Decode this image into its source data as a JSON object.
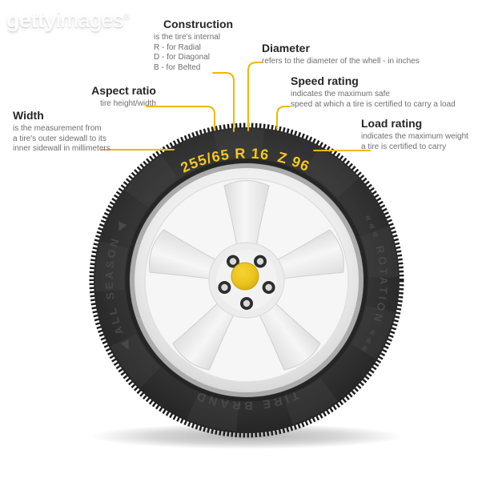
{
  "watermark": {
    "getty": "getty",
    "images": "images",
    "registered": "®"
  },
  "callouts": {
    "width": {
      "title": "Width",
      "line1": "is the measurement from",
      "line2": "a tire's outer sidewall to its",
      "line3": "inner sidewall in millimeters"
    },
    "aspect_ratio": {
      "title": "Aspect ratio",
      "line1": "tire height/width"
    },
    "construction": {
      "title": "Construction",
      "line1": "is the tire's internal",
      "line2": "R - for Radial",
      "line3": "D - for Diagonal",
      "line4": "B - for Belted"
    },
    "diameter": {
      "title": "Diameter",
      "line1": "refers to the diameter of the whell - in inches"
    },
    "speed_rating": {
      "title": "Speed rating",
      "line1": "indicates the maximum safe",
      "line2": "speed at which a tire is certified to carry a load"
    },
    "load_rating": {
      "title": "Load rating",
      "line1": "indicates the maximum weight",
      "line2": "a tire is certified to carry"
    }
  },
  "tire": {
    "marking_size": "255/65 R 16",
    "marking_speed_load": "Z 96",
    "sidewall_left": "◀ ALL SEASON ◀",
    "sidewall_right": "««« ROTATION «««",
    "sidewall_bottom": "TIRE BRAND"
  },
  "colors": {
    "accent_yellow": "#eeb900",
    "marking_yellow": "#f5c91e",
    "tire_dark": "#2f2f2f",
    "heading_text": "#262626",
    "body_text": "#6f6f6f"
  }
}
